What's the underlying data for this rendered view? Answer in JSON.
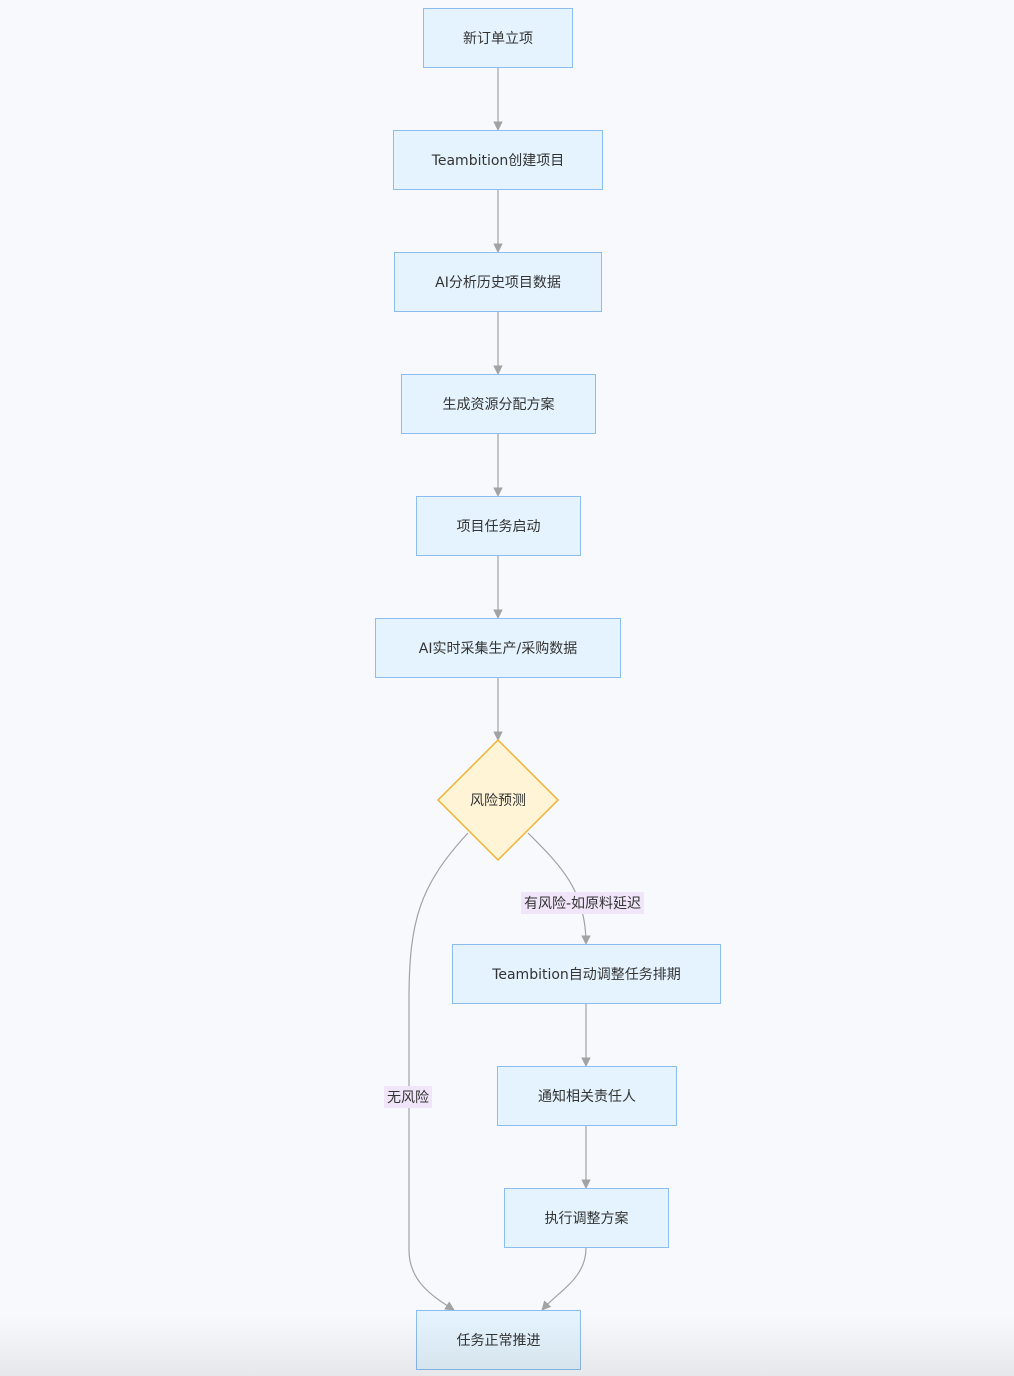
{
  "nodes": {
    "n1": "新订单立项",
    "n2": "Teambition创建项目",
    "n3": "AI分析历史项目数据",
    "n4": "生成资源分配方案",
    "n5": "项目任务启动",
    "n6": "AI实时采集生产/采购数据",
    "decision": "风险预测",
    "n7": "Teambition自动调整任务排期",
    "n8": "通知相关责任人",
    "n9": "执行调整方案",
    "n10": "任务正常推进"
  },
  "edge_labels": {
    "has_risk": "有风险-如原料延迟",
    "no_risk": "无风险"
  },
  "colors": {
    "node_fill": "#e4f3fd",
    "node_border": "#8bbdf0",
    "decision_fill": "#fff4d6",
    "decision_border": "#f2b233",
    "edge": "#a3a3a3",
    "edge_label_bg": "#f1e6f9",
    "background": "#f7f9fc"
  }
}
